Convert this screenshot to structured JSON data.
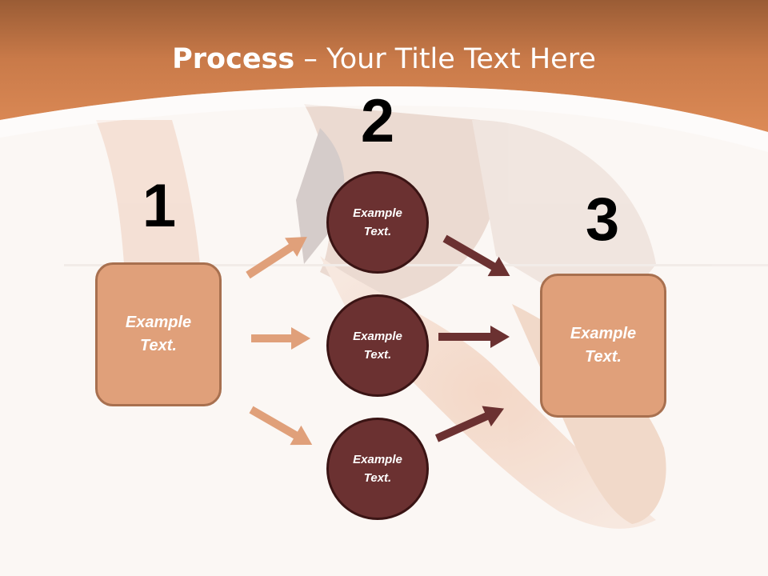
{
  "slide": {
    "title_bold": "Process",
    "title_rest": " – Your Title Text Here",
    "colors": {
      "header": "#d4824f",
      "box": "#e0a07a",
      "circle": "#6b3131",
      "arrow_light": "#e0a07a",
      "arrow_dark": "#6b3131"
    }
  },
  "steps": {
    "one": "1",
    "two": "2",
    "three": "3"
  },
  "nodes": {
    "left_box": "Example Text.",
    "circle_top": "Example Text.",
    "circle_middle": "Example Text.",
    "circle_bottom": "Example Text.",
    "right_box": "Example Text."
  }
}
